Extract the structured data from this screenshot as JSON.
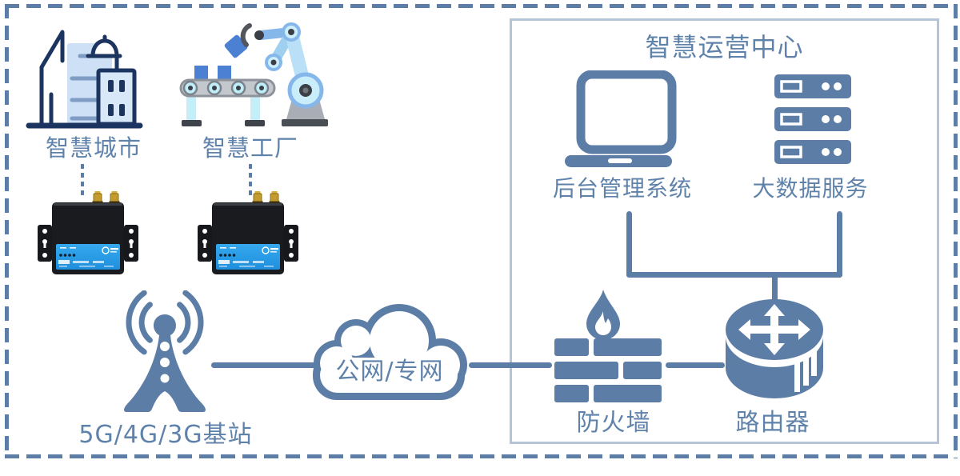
{
  "diagram": {
    "title": "智慧运营中心",
    "nodes": {
      "smart_city": "智慧城市",
      "smart_factory": "智慧工厂",
      "base_station": "5G/4G/3G基站",
      "cloud": "公网/专网",
      "backend": "后台管理系统",
      "bigdata": "大数据服务",
      "firewall": "防火墙",
      "router": "路由器"
    },
    "icons": [
      "city-buildings-icon",
      "factory-robot-arm-icon",
      "cellular-router-device-1",
      "cellular-router-device-2",
      "base-station-tower-icon",
      "network-cloud-icon",
      "laptop-icon",
      "server-rack-icon",
      "firewall-brick-flame-icon",
      "router-cylinder-icon"
    ],
    "colors": {
      "accent": "#5b7da6",
      "label_text": "#5f82ab",
      "ops_box_border": "#b6c4d8",
      "device_label_blue": "#2497e3",
      "antenna_gold": "#c39b2e",
      "city_dark_navy": "#1c3560",
      "city_light_blue": "#cde0f5",
      "factory_cyan": "#c6ecf9",
      "factory_link_blue": "#86b7ea",
      "box_blue": "#4b80d2"
    }
  }
}
